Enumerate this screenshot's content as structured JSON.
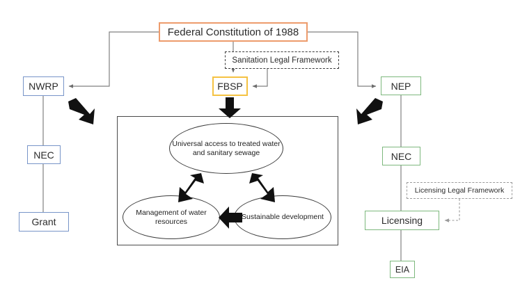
{
  "diagram": {
    "title": "Brazilian water, sanitation and environmental legal framework flow diagram",
    "colors": {
      "constitution_border": "#ED9B6C",
      "water_branch_border": "#7794C8",
      "sanitation_branch_border": "#F5C242",
      "environment_branch_border": "#7DB87D",
      "framework_dashed_border": "#3a3a3a",
      "licensing_framework_dashed_border": "#9a9a9a",
      "arrow_fill": "#000000",
      "connector_line": "#808080"
    },
    "nodes": {
      "constitution": "Federal Constitution of 1988",
      "sanitation_framework": "Sanitation Legal Framework",
      "licensing_framework": "Licensing Legal Framework",
      "nwrp": "NWRP",
      "nec_left": "NEC",
      "grant": "Grant",
      "fbsp": "FBSP",
      "nep": "NEP",
      "nec_right": "NEC",
      "licensing": "Licensing",
      "eia": "EIA"
    },
    "cycle": {
      "universal_access": "Universal access to treated water and sanitary sewage",
      "management": "Management of water resources",
      "sustainable": "Sustainable development"
    }
  }
}
